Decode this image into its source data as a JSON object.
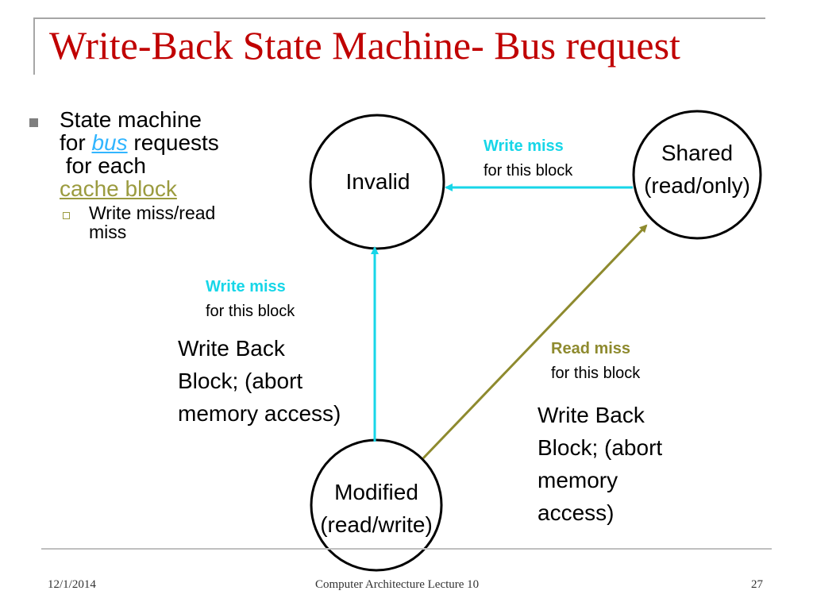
{
  "slide": {
    "title": "Write-Back State Machine- Bus request",
    "bullet": {
      "line1": "State machine",
      "line2_prefix": "for ",
      "line2_link": "bus",
      "line2_suffix": " requests",
      "line3": " for each",
      "line4_link": "cache block"
    },
    "sub_bullet": {
      "line1": "Write miss/read",
      "line2": "miss"
    }
  },
  "diagram": {
    "states": {
      "invalid": {
        "line1": "Invalid"
      },
      "shared": {
        "line1": "Shared",
        "line2": "(read/only)"
      },
      "modified": {
        "line1": "Modified",
        "line2": "(read/write)"
      }
    },
    "transitions": {
      "shared_to_invalid": {
        "event": "Write miss",
        "qualifier": "for this block",
        "color": "#17d6e8"
      },
      "modified_to_invalid": {
        "event": "Write miss",
        "qualifier": "for this block",
        "action_lines": [
          "Write Back",
          "Block; (abort",
          "memory access)"
        ],
        "color": "#17d6e8"
      },
      "modified_to_shared": {
        "event": "Read miss",
        "qualifier": "for this block",
        "action_lines": [
          "Write Back",
          "Block; (abort",
          "memory",
          "access)"
        ],
        "color": "#8e8a2e"
      }
    }
  },
  "footer": {
    "date": "12/1/2014",
    "course": "Computer Architecture Lecture 10",
    "page": "27"
  }
}
